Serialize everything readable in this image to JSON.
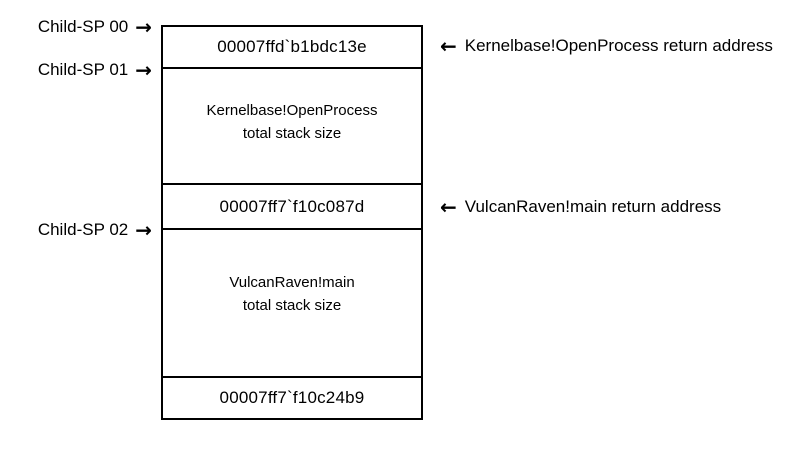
{
  "colors": {
    "background": "#ffffff",
    "stroke": "#000000",
    "text": "#000000"
  },
  "diagram": {
    "left_labels": [
      {
        "text": "Child-SP 00",
        "arrow": "→"
      },
      {
        "text": "Child-SP 01",
        "arrow": "→"
      },
      {
        "text": "Child-SP 02",
        "arrow": "→"
      }
    ],
    "stack_cells": [
      {
        "type": "address",
        "text": "00007ffd`b1bdc13e"
      },
      {
        "type": "region",
        "line1": "Kernelbase!OpenProcess",
        "line2": "total stack size"
      },
      {
        "type": "address",
        "text": "00007ff7`f10c087d"
      },
      {
        "type": "region",
        "line1": "VulcanRaven!main",
        "line2": "total stack size"
      },
      {
        "type": "address",
        "text": "00007ff7`f10c24b9"
      }
    ],
    "right_labels": [
      {
        "arrow": "←",
        "text": "Kernelbase!OpenProcess return address"
      },
      {
        "arrow": "←",
        "text": "VulcanRaven!main return address"
      }
    ]
  }
}
